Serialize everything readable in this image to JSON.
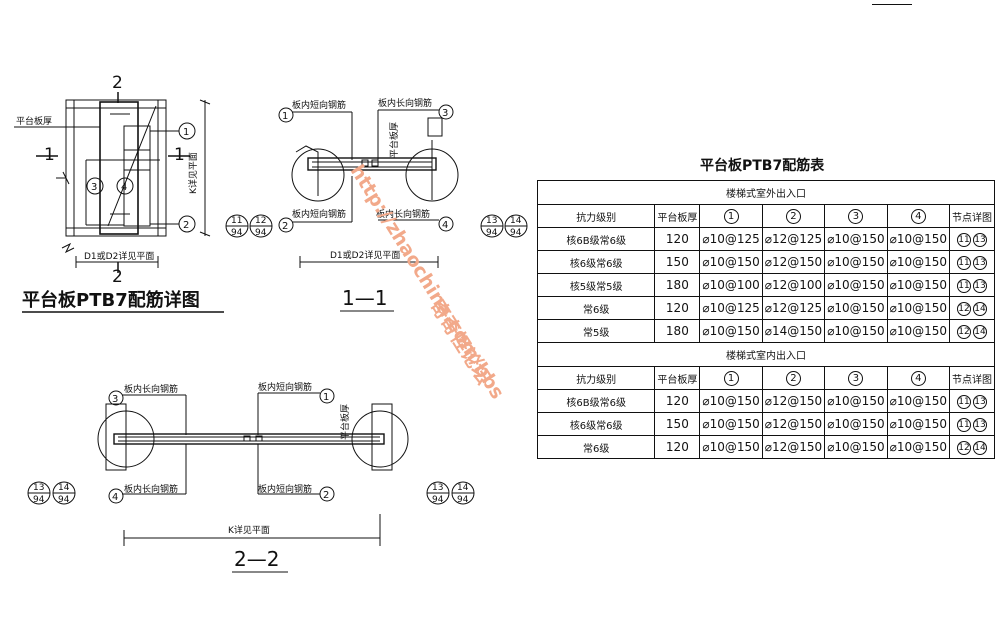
{
  "detail_title": "平台板PTB7配筋详图",
  "section_1_1": "1—1",
  "section_2_2": "2—2",
  "cut_mark": "1",
  "cut_mark_2": "2",
  "labels": {
    "platform_thickness": "平台板厚",
    "k_see_plan": "K详见平面",
    "d1_d2": "D1或D2详见平面",
    "short_bar": "板内短向钢筋",
    "long_bar": "板内长向钢筋"
  },
  "marks": [
    "1",
    "2",
    "3",
    "4"
  ],
  "detail_refs": [
    {
      "num": "11",
      "sheet": "94"
    },
    {
      "num": "12",
      "sheet": "94"
    },
    {
      "num": "13",
      "sheet": "94"
    },
    {
      "num": "14",
      "sheet": "94"
    }
  ],
  "watermark": {
    "url": "http://zhaochina.com/bbs",
    "forum": "奇奇怪论坛"
  },
  "table": {
    "title": "平台板PTB7配筋表",
    "header": {
      "grade": "抗力级别",
      "thickness": "平台板厚",
      "c1": "1",
      "c2": "2",
      "c3": "3",
      "c4": "4",
      "detail": "节点详图"
    },
    "group_outdoor": "楼梯式室外出入口",
    "group_indoor": "楼梯式室内出入口",
    "rows_outdoor": [
      {
        "grade": "核6B级常6级",
        "t": "120",
        "b1": "⌀10@125",
        "b2": "⌀12@125",
        "b3": "⌀10@150",
        "b4": "⌀10@150",
        "d1": "11",
        "d2": "13"
      },
      {
        "grade": "核6级常6级",
        "t": "150",
        "b1": "⌀10@150",
        "b2": "⌀12@150",
        "b3": "⌀10@150",
        "b4": "⌀10@150",
        "d1": "11",
        "d2": "13"
      },
      {
        "grade": "核5级常5级",
        "t": "180",
        "b1": "⌀10@100",
        "b2": "⌀12@100",
        "b3": "⌀10@150",
        "b4": "⌀10@150",
        "d1": "11",
        "d2": "13"
      },
      {
        "grade": "常6级",
        "t": "120",
        "b1": "⌀10@125",
        "b2": "⌀12@125",
        "b3": "⌀10@150",
        "b4": "⌀10@150",
        "d1": "12",
        "d2": "14"
      },
      {
        "grade": "常5级",
        "t": "180",
        "b1": "⌀10@150",
        "b2": "⌀14@150",
        "b3": "⌀10@150",
        "b4": "⌀10@150",
        "d1": "12",
        "d2": "14"
      }
    ],
    "rows_indoor": [
      {
        "grade": "核6B级常6级",
        "t": "120",
        "b1": "⌀10@150",
        "b2": "⌀12@150",
        "b3": "⌀10@150",
        "b4": "⌀10@150",
        "d1": "11",
        "d2": "13"
      },
      {
        "grade": "核6级常6级",
        "t": "150",
        "b1": "⌀10@150",
        "b2": "⌀12@150",
        "b3": "⌀10@150",
        "b4": "⌀10@150",
        "d1": "11",
        "d2": "13"
      },
      {
        "grade": "常6级",
        "t": "120",
        "b1": "⌀10@150",
        "b2": "⌀12@150",
        "b3": "⌀10@150",
        "b4": "⌀10@150",
        "d1": "12",
        "d2": "14"
      }
    ]
  }
}
